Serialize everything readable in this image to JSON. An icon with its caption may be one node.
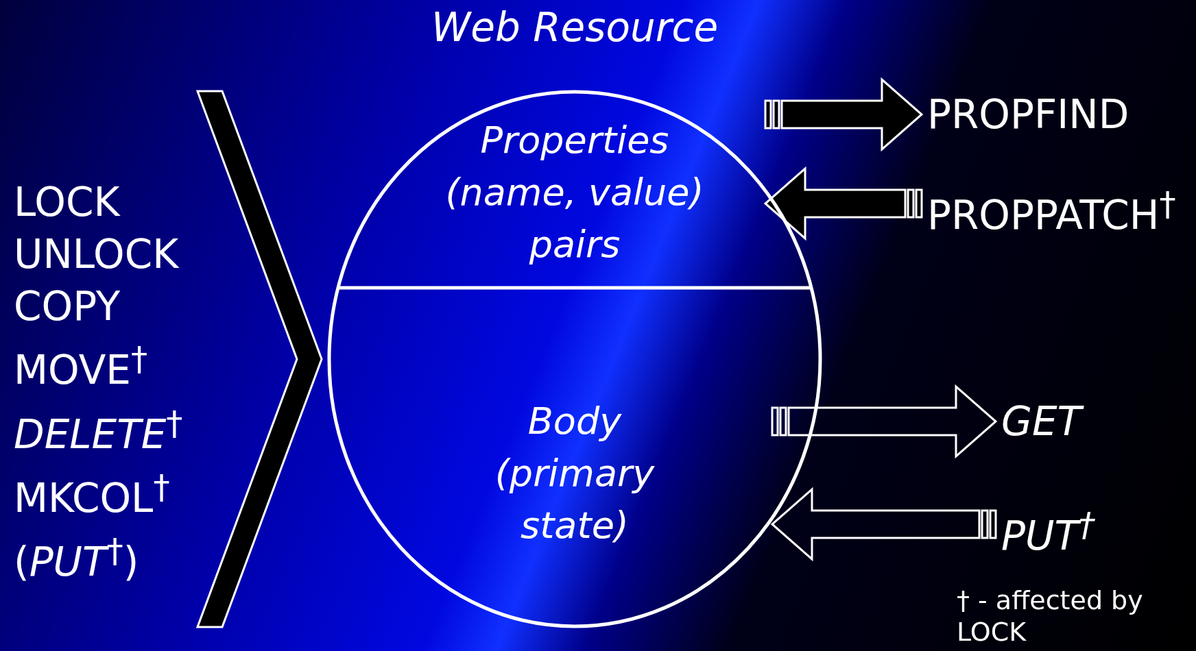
{
  "diagram": {
    "title": "Web Resource",
    "nodes": [
      {
        "text": [],
        "shape": "circle"
      },
      {
        "text": [
          "Properties (name, value) pairs"
        ],
        "in": 0
      },
      {
        "text": [
          "Body (primary state)"
        ],
        "in": 0
      },
      {
        "text": [
          "LOCK",
          "UNLOCK",
          "COPY",
          "MOVE$^{†}$",
          "*DELETE*$^{†}$",
          "MKCOL$^{†}$",
          "(*PUT*$^{†}$)"
        ]
      },
      {
        "text": [
          "PROPFIND"
        ]
      },
      {
        "text": [
          "PROPPATCH$^{†}$"
        ]
      },
      {
        "text": [
          "GET"
        ]
      },
      {
        "text": [
          "PUT$^{†}$"
        ]
      }
    ],
    "edges": [
      {
        "from": 3,
        "to": 0,
        "arrow": "to"
      },
      {
        "from": 1,
        "to": 4,
        "arrow": "to"
      },
      {
        "from": 5,
        "to": 1,
        "arrow": "to"
      },
      {
        "from": 2,
        "to": 6,
        "arrow": "to"
      },
      {
        "from": 7,
        "to": 2,
        "arrow": "to"
      }
    ],
    "labels": [
      "† - affected by LOCK"
    ]
  }
}
